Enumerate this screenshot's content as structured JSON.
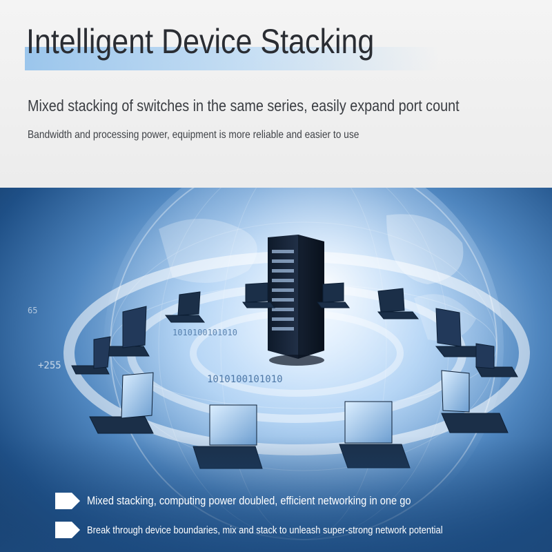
{
  "header": {
    "title": "Intelligent Device Stacking",
    "subtitle": "Mixed stacking of switches in the same series, easily expand port count",
    "description": "Bandwidth and processing power, equipment is more reliable and easier to use"
  },
  "features": [
    {
      "label": "Mixed stacking, computing power doubled, efficient networking in one go"
    },
    {
      "label": "Break through device boundaries, mix and stack to unleash super-strong network potential"
    }
  ],
  "hero": {
    "binary_text": "1010100101010",
    "side_numbers": [
      "+255",
      "65"
    ],
    "colors": {
      "deep": "#15375f",
      "mid": "#4f86bf",
      "glow": "#eaf5ff"
    }
  }
}
